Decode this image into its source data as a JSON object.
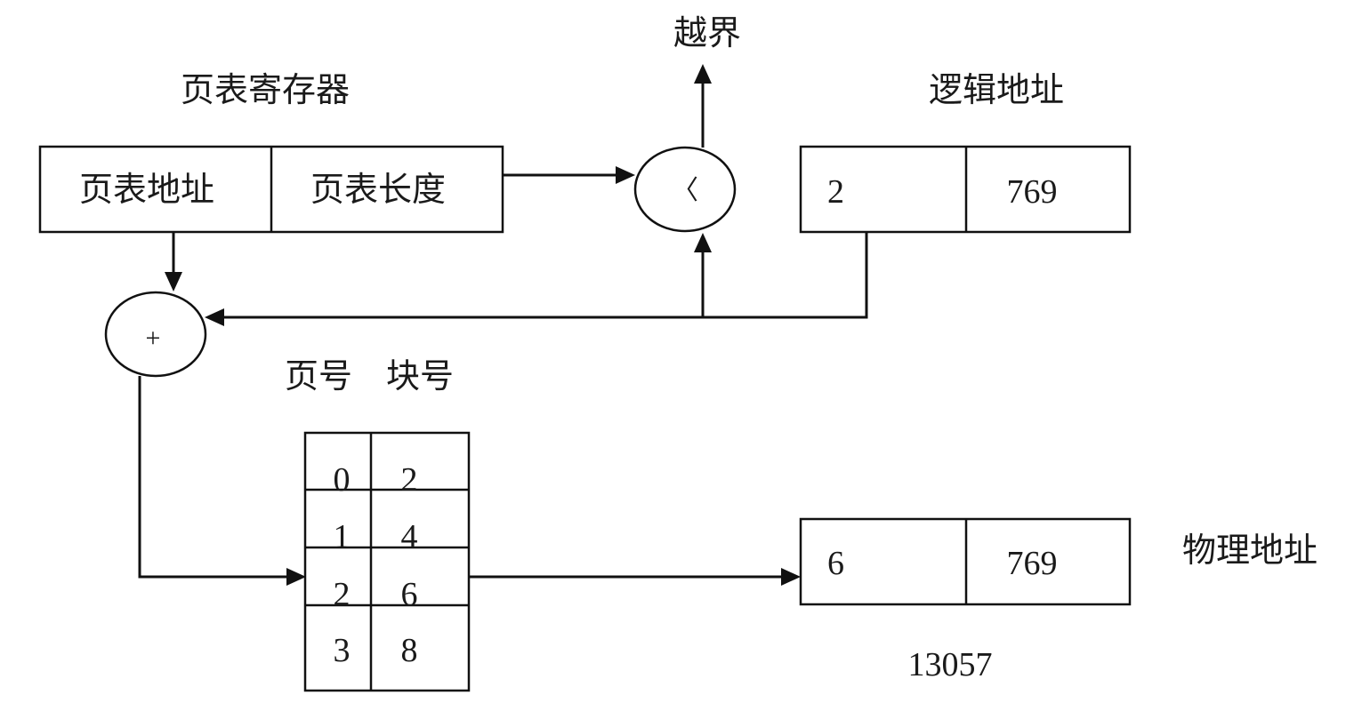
{
  "labels": {
    "out_of_bounds": "越界",
    "page_table_register": "页表寄存器",
    "logical_address": "逻辑地址",
    "physical_address": "物理地址",
    "page_no_header": "页号",
    "block_no_header": "块号",
    "physical_address_value": "13057"
  },
  "register": {
    "page_table_address": "页表地址",
    "page_table_length": "页表长度"
  },
  "comparator_symbol": "〈",
  "adder_symbol": "+",
  "logical_address": {
    "page": "2",
    "offset": "769"
  },
  "physical_address": {
    "block": "6",
    "offset": "769"
  },
  "page_table": [
    {
      "page": "0",
      "block": "2"
    },
    {
      "page": "1",
      "block": "4"
    },
    {
      "page": "2",
      "block": "6"
    },
    {
      "page": "3",
      "block": "8"
    }
  ]
}
